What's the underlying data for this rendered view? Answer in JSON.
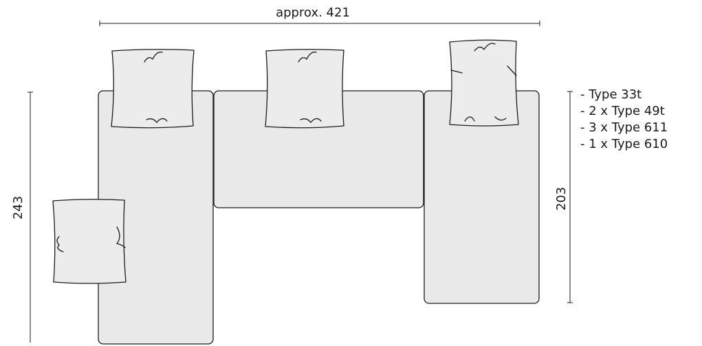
{
  "dimensions": {
    "width_label": "approx. 421",
    "height_left_label": "243",
    "height_right_label": "203"
  },
  "components": {
    "items": [
      {
        "text": "- Type 33t"
      },
      {
        "text": "- 2 x Type 49t"
      },
      {
        "text": "- 3 x Type 611"
      },
      {
        "text": "- 1 x Type 610"
      }
    ]
  },
  "colors": {
    "module_fill": "#e9e9e9",
    "cushion_fill": "#ececec",
    "stroke": "#1a1a1a"
  }
}
